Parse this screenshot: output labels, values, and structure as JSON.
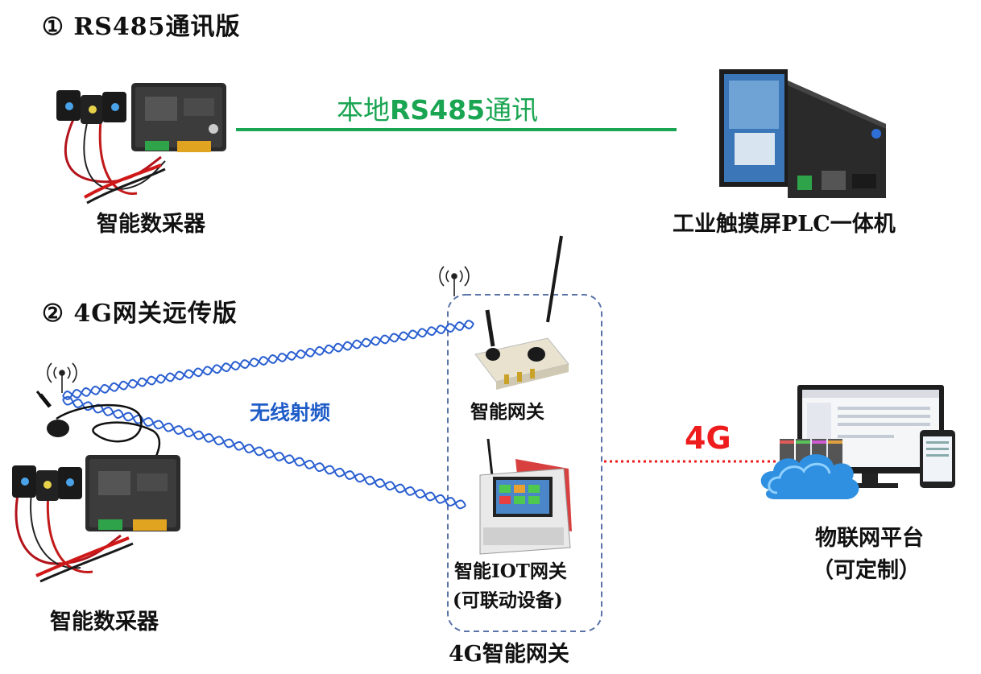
{
  "section1": {
    "title": "① RS485通讯版",
    "link_label_prefix": "本地",
    "link_label_bold": "RS485",
    "link_label_suffix": "通讯",
    "left_device_label": "智能数采器",
    "right_device_label": "工业触摸屏PLC一体机"
  },
  "section2": {
    "title": "② 4G网关远传版",
    "wireless_label": "无线射频",
    "gateway1_label": "智能网关",
    "gateway2_label": "智能IOT网关",
    "gateway2_sublabel": "(可联动设备)",
    "group_label": "4G智能网关",
    "network_label": "4G",
    "platform_label": "物联网平台",
    "platform_sublabel": "（可定制）",
    "left_device_label": "智能数采器"
  },
  "colors": {
    "rs485_line": "#1aa552",
    "wireless_text": "#1f5cc8",
    "wave": "#2a5fd0",
    "network_text": "#ee1c1c",
    "dashed_box": "#5a73a8",
    "dotted_link": "#ee1c1c"
  }
}
